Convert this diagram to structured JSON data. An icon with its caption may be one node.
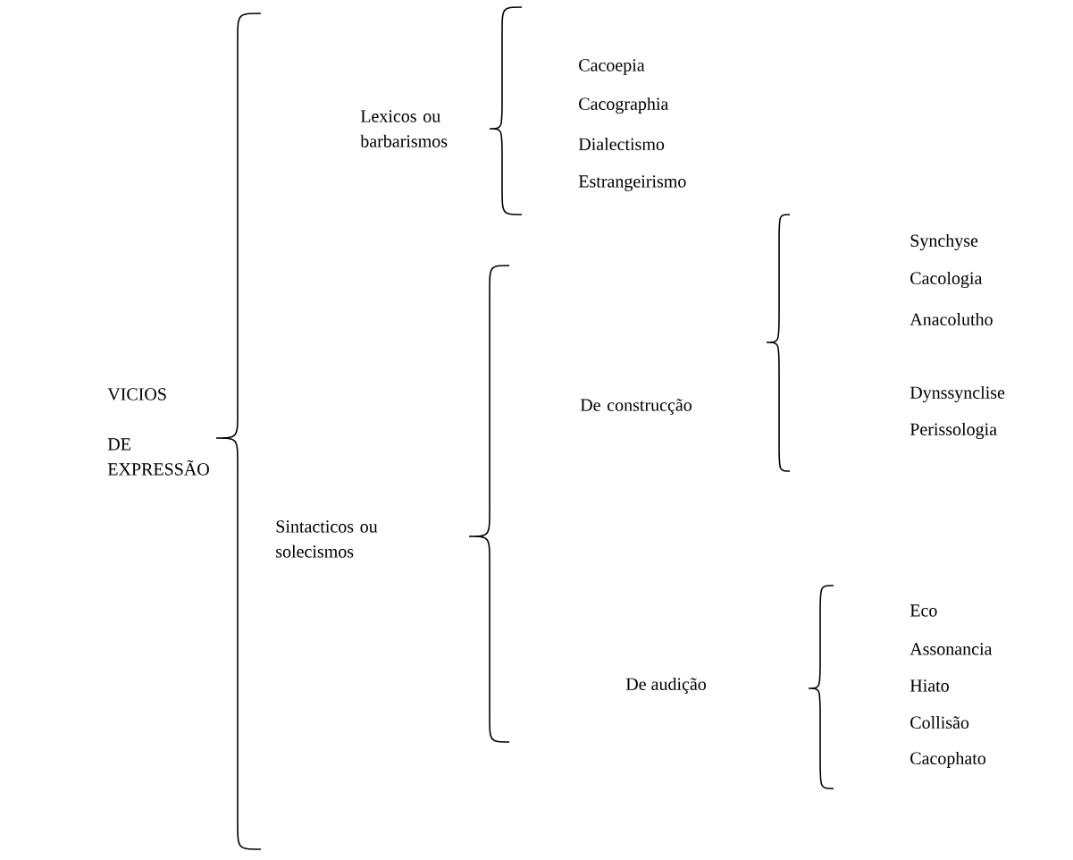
{
  "diagram": {
    "labels": [
      "VICIOS",
      "DE EXPRESSÃO",
      "Lexicos ou barbarismos",
      "Cacoepia",
      "Cacographia",
      "Dialectismo",
      "Estrangeirismo",
      "Sintacticos ou solecismos",
      "De construcção",
      "Synchyse",
      "Cacologia",
      "Anacolutho",
      "Dynssynclise",
      "Perissologia",
      "De audição",
      "Eco",
      "Assonancia",
      "Hiato",
      "Collisão",
      "Cacophato"
    ]
  }
}
